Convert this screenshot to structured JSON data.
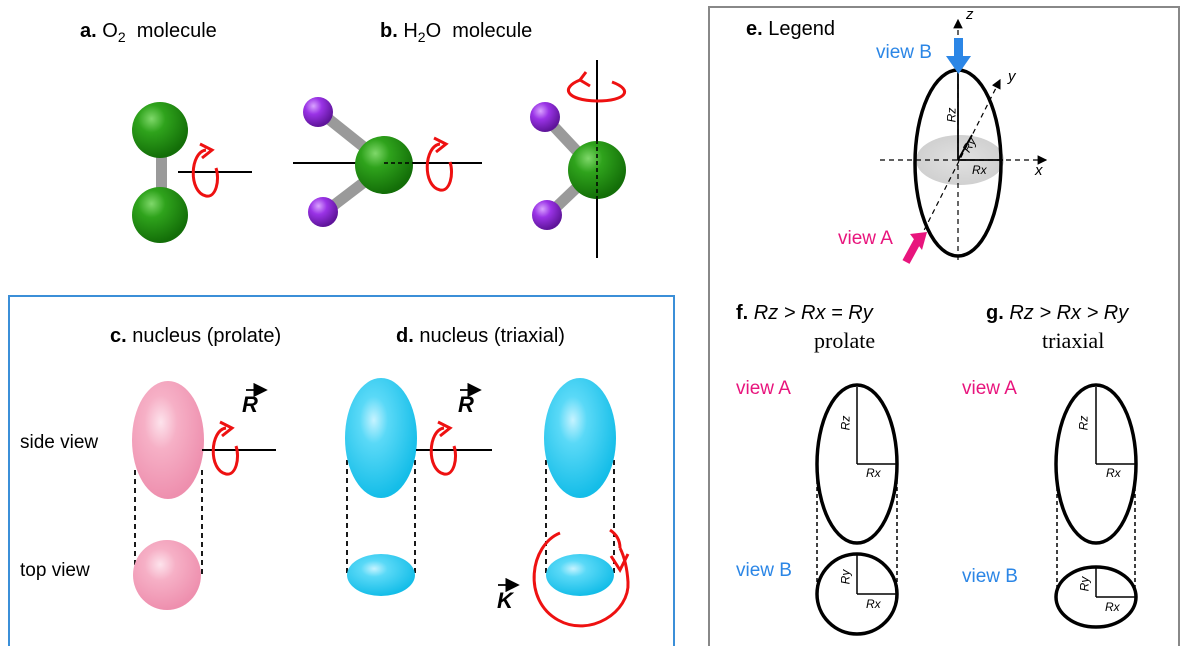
{
  "panels": {
    "a": {
      "letter": "a.",
      "prefix": "O",
      "sub": "2",
      "suffix": "  molecule"
    },
    "b": {
      "letter": "b.",
      "prefix": "H",
      "sub": "2",
      "suffix": "O  molecule"
    },
    "c": {
      "letter": "c.",
      "text": " nucleus (prolate)"
    },
    "d": {
      "letter": "d.",
      "text": " nucleus (triaxial)"
    },
    "e": {
      "letter": "e.",
      "text": " Legend"
    },
    "f": {
      "letter": "f.",
      "relation": " Rz > Rx = Ry",
      "shape": "prolate"
    },
    "g": {
      "letter": "g.",
      "relation": " Rz > Rx > Ry",
      "shape": "triaxial"
    }
  },
  "labels": {
    "side_view": "side view",
    "top_view": "top view",
    "view_a": "view A",
    "view_b": "view B",
    "R": "R",
    "K": "K"
  },
  "axes": {
    "x": "x",
    "y": "y",
    "z": "z",
    "Rx": "Rx",
    "Ry": "Ry",
    "Rz": "Rz"
  },
  "colors": {
    "oxygen": "#1f8a12",
    "hydrogen": "#8a2bd6",
    "bond": "#9a9a9a",
    "rotation_arrow": "#ee1111",
    "prolate_nucleus": "#f39ab4",
    "triaxial_nucleus": "#22c8ee",
    "panel_cd_border": "#3b8fd8",
    "panel_right_border": "#888888",
    "view_a": "#e8157d",
    "view_b": "#2b86e6"
  },
  "icons": [
    "rotation-arrow-icon",
    "view-a-arrow-icon",
    "view-b-arrow-icon"
  ]
}
